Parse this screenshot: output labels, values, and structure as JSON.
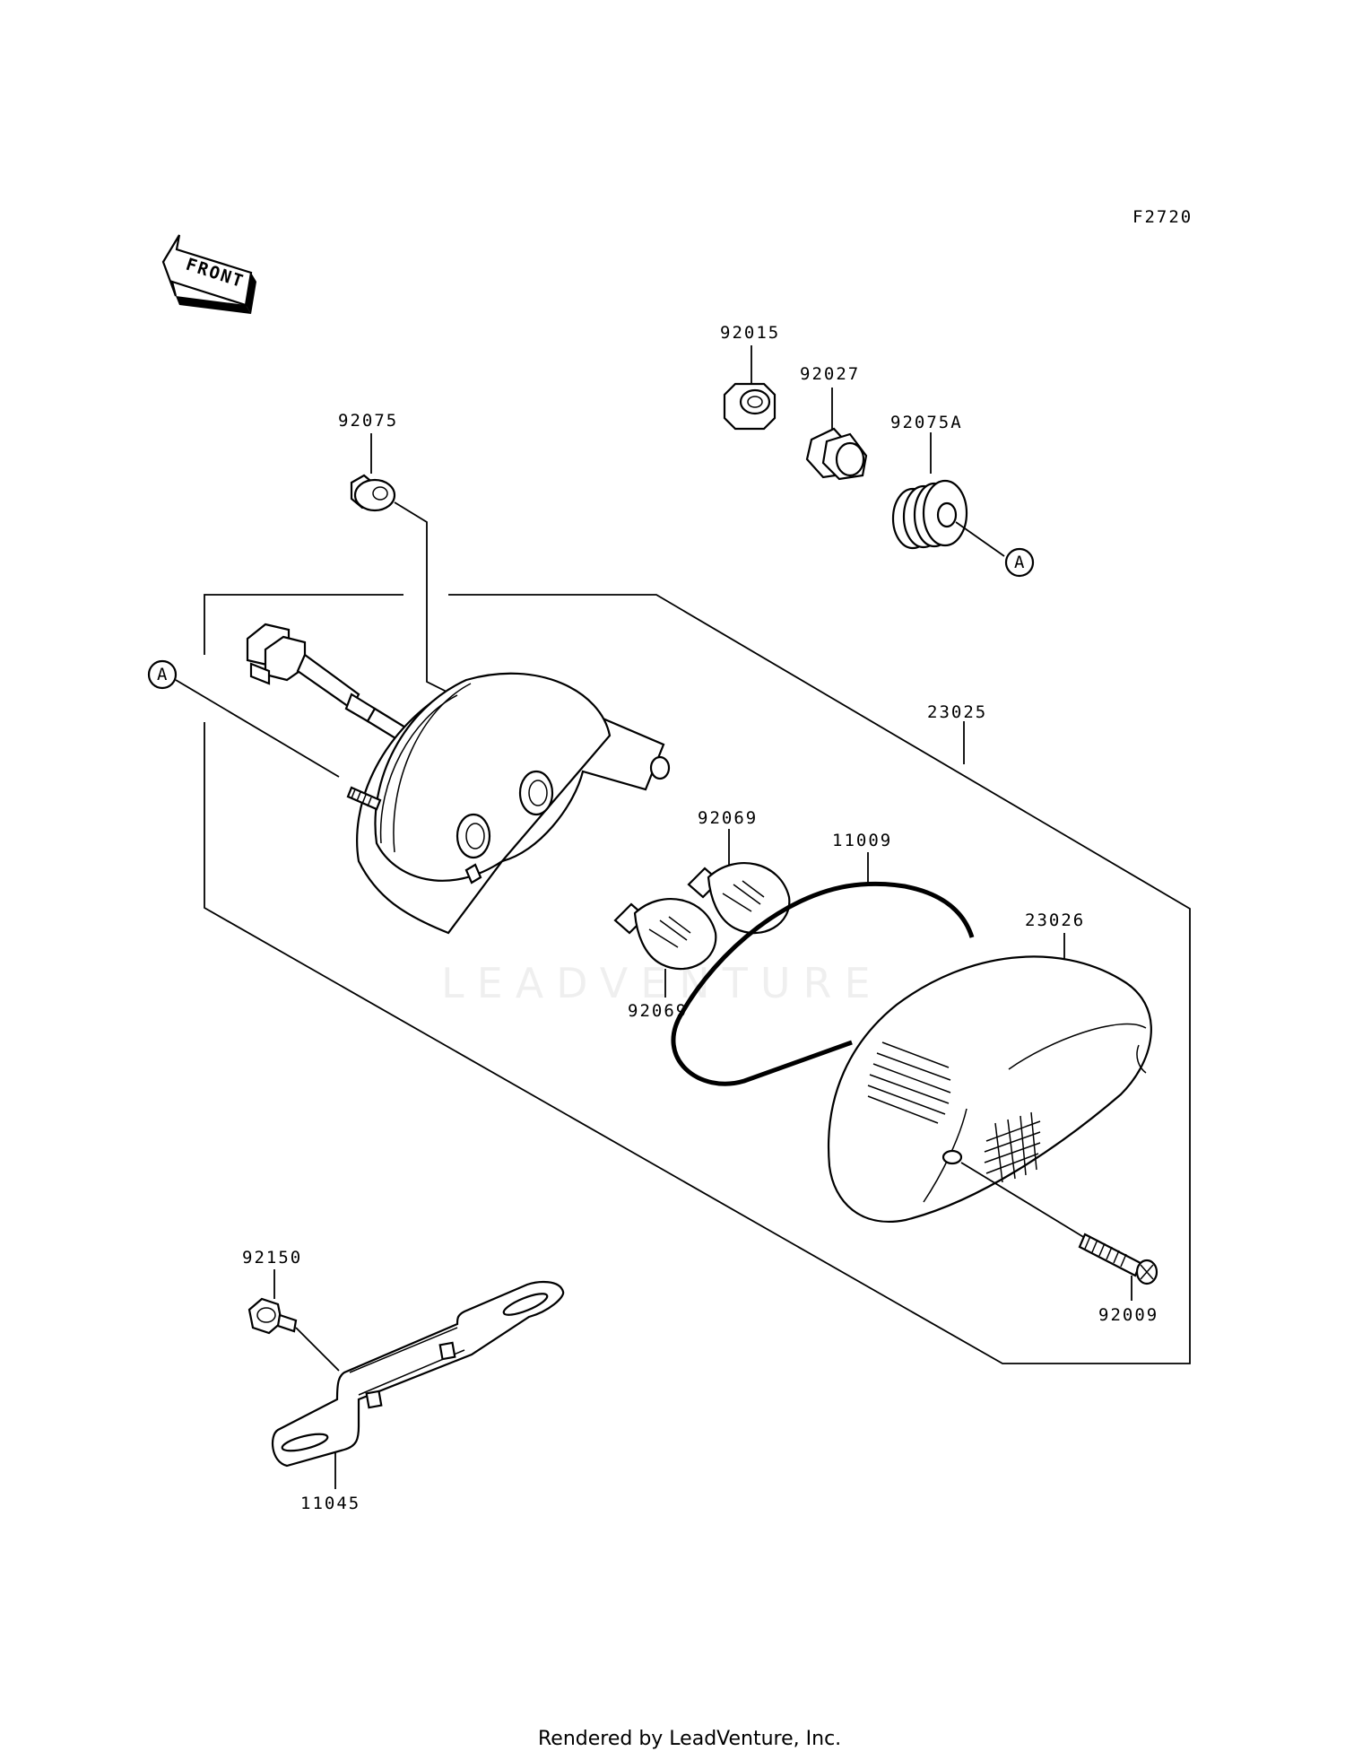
{
  "diagram_code": "F2720",
  "front_label": "FRONT",
  "ref_marker": "A",
  "watermark": "LEADVENTURE",
  "footer": "Rendered by LeadVenture, Inc.",
  "parts": {
    "p92015": "92015",
    "p92027": "92027",
    "p92075A": "92075A",
    "p92075": "92075",
    "p23025": "23025",
    "p92069_upper": "92069",
    "p92069_lower": "92069",
    "p11009": "11009",
    "p23026": "23026",
    "p92009": "92009",
    "p92150": "92150",
    "p11045": "11045"
  }
}
